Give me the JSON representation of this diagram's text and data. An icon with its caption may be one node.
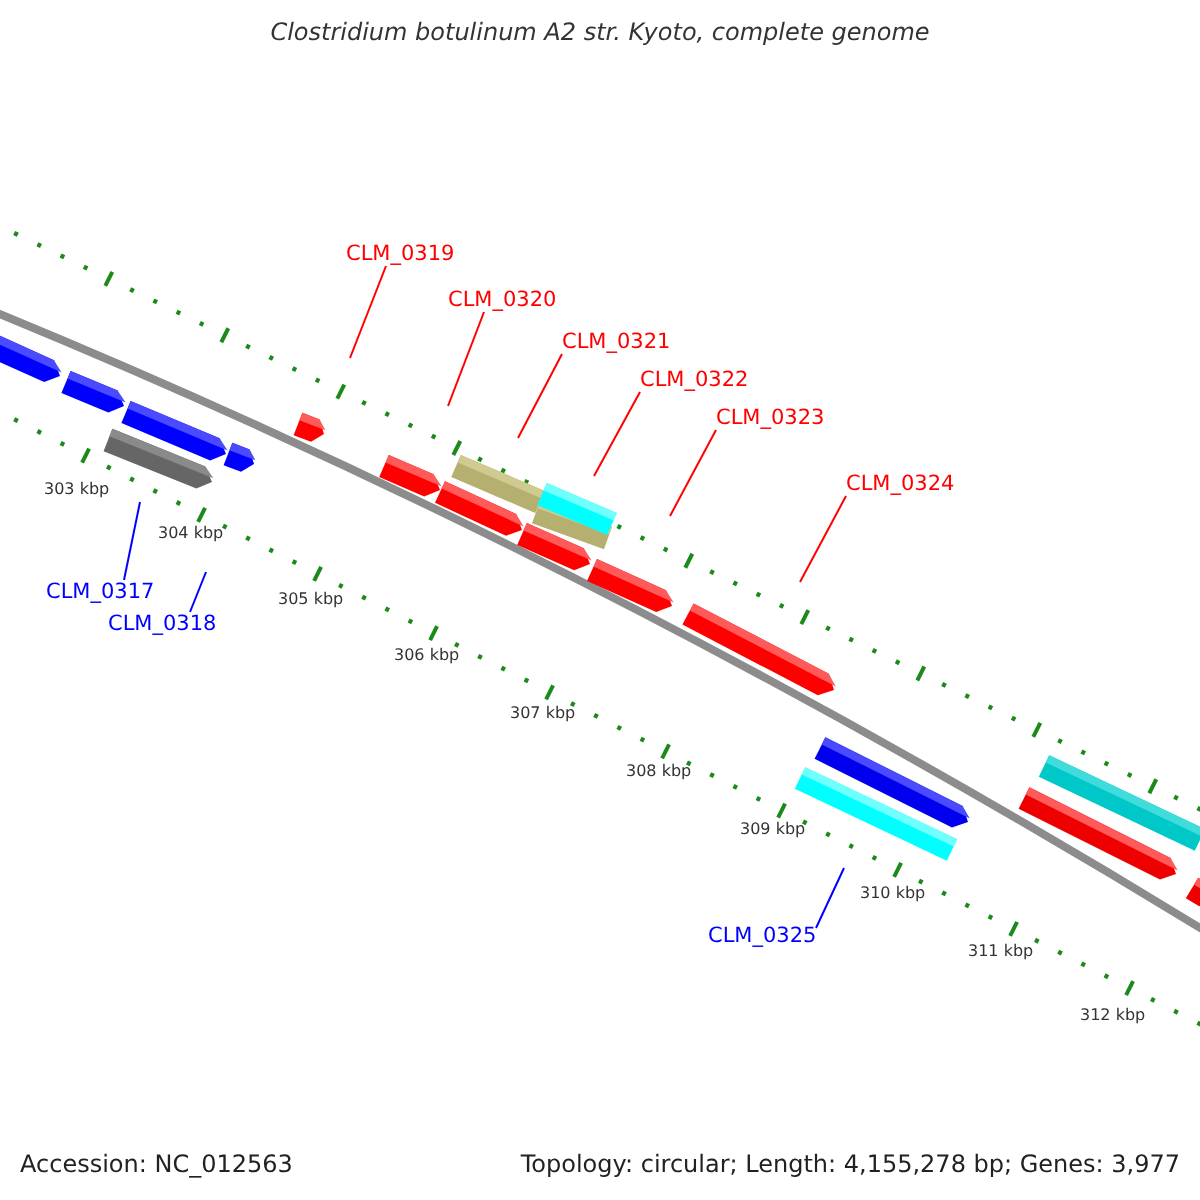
{
  "diagram": {
    "title": "Clostridium botulinum A2 str. Kyoto, complete genome",
    "nodes": [
      {
        "text": [
          "CLM_0319"
        ]
      },
      {
        "text": [
          "CLM_0320"
        ]
      },
      {
        "text": [
          "CLM_0321"
        ]
      },
      {
        "text": [
          "CLM_0322"
        ]
      },
      {
        "text": [
          "CLM_0323"
        ]
      },
      {
        "text": [
          "CLM_0324"
        ]
      },
      {
        "text": [
          "CLM_0317"
        ]
      },
      {
        "text": [
          "CLM_0318"
        ]
      },
      {
        "text": [
          "CLM_0325"
        ]
      }
    ],
    "edges": [
      {
        "from": 0,
        "to": null,
        "arrow": "none"
      },
      {
        "from": 1,
        "to": null,
        "arrow": "none"
      },
      {
        "from": 2,
        "to": null,
        "arrow": "none"
      },
      {
        "from": 3,
        "to": null,
        "arrow": "none"
      },
      {
        "from": 4,
        "to": null,
        "arrow": "none"
      },
      {
        "from": 5,
        "to": null,
        "arrow": "none"
      },
      {
        "from": 6,
        "to": null,
        "arrow": "none",
        "color": "#0000ff"
      },
      {
        "from": 7,
        "to": null,
        "arrow": "none",
        "color": "#0000ff"
      },
      {
        "from": 8,
        "to": null,
        "arrow": "none",
        "color": "#0000ff"
      }
    ],
    "labels": [
      "303 kbp",
      "304 kbp",
      "305 kbp",
      "306 kbp",
      "307 kbp",
      "308 kbp",
      "309 kbp",
      "310 kbp",
      "311 kbp",
      "312 kbp",
      "Accession: NC_012563",
      "Topology: circular; Length: 4,155,278 bp; Genes: 3,977"
    ]
  }
}
